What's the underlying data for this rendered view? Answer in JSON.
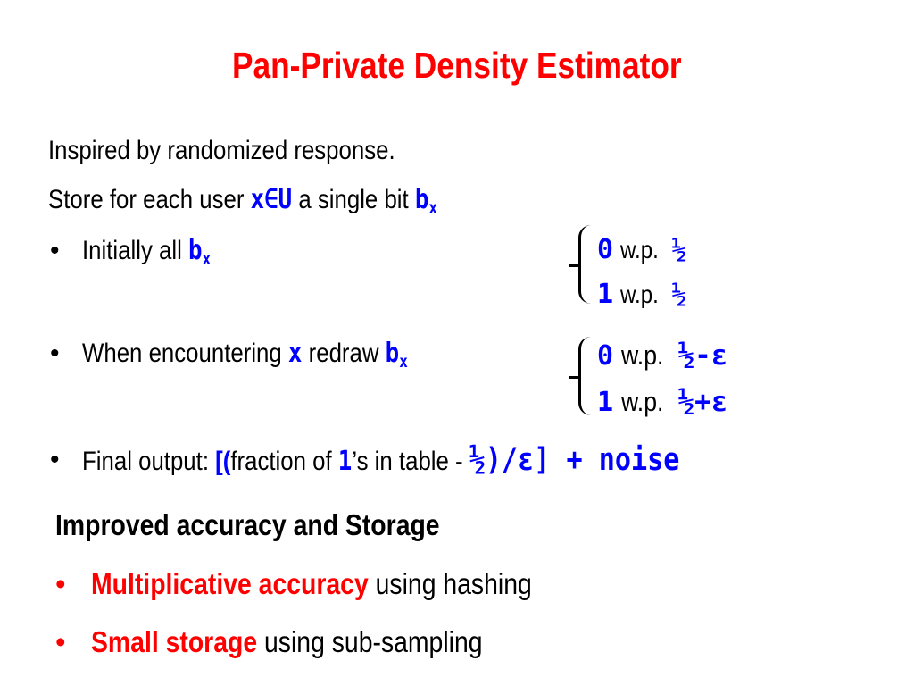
{
  "slide": {
    "title": "Pan-Private Density Estimator",
    "intro": "Inspired by randomized response.",
    "store": {
      "prefix": "Store for each user ",
      "var": "x∈U",
      "middle": " a single bit ",
      "bit": "b",
      "bit_sub": "x"
    },
    "bullet_symbol": "•",
    "initially": {
      "text": "Initially all ",
      "bit": "b",
      "bit_sub": "x",
      "cases": [
        {
          "value": "0",
          "wp": "w.p.",
          "prob": "½"
        },
        {
          "value": "1",
          "wp": "w.p.",
          "prob": "½"
        }
      ]
    },
    "encounter": {
      "text": "When encountering ",
      "var": "x",
      "middle": " redraw ",
      "bit": "b",
      "bit_sub": "x",
      "cases": [
        {
          "value": "0",
          "wp": "w.p.",
          "prob": "½-ε"
        },
        {
          "value": "1",
          "wp": "w.p.",
          "prob": "½+ε"
        }
      ]
    },
    "final": {
      "label": "Final output: ",
      "open": "[(",
      "text1": "fraction of ",
      "one": "1",
      "text2": "’s in table - ",
      "tail": "½)/ε] + noise"
    },
    "improved": {
      "heading": "Improved accuracy and Storage",
      "items": [
        {
          "highlight": "Multiplicative accuracy",
          "rest": " using hashing"
        },
        {
          "highlight": "Small storage",
          "rest": " using sub-sampling"
        }
      ]
    }
  },
  "colors": {
    "title": "#ff0000",
    "math": "#0000ff",
    "highlight": "#ff0000"
  }
}
